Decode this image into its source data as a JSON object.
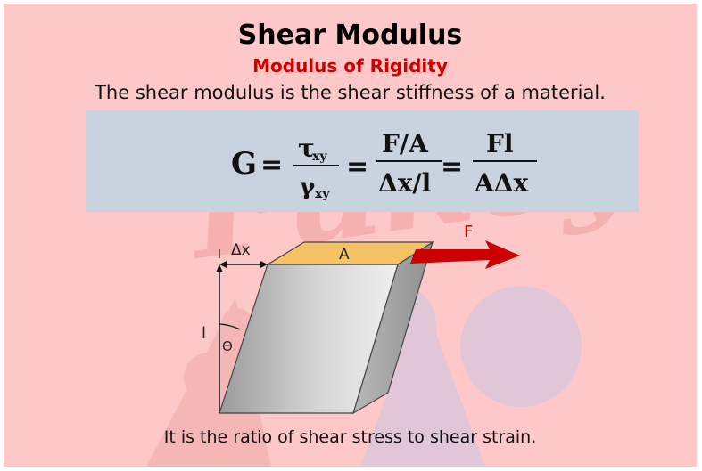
{
  "title": "Shear Modulus",
  "subtitle": "Modulus of Rigidity",
  "description": "The shear modulus is the shear stiffness of a material.",
  "formula": {
    "lhs": "G",
    "eq": "=",
    "f1_num": "τ",
    "f1_num_sub": "xy",
    "f1_den": "γ",
    "f1_den_sub": "xy",
    "f2_num": "F/A",
    "f2_den": "Δx/l",
    "f3_num": "Fl",
    "f3_den": "AΔx"
  },
  "diagram": {
    "delta_x_label": "Δx",
    "area_label": "A",
    "force_label": "F",
    "length_label": "l",
    "angle_label": "Θ"
  },
  "caption": "It is the ratio of shear stress to shear strain.",
  "watermark": "Fukey",
  "colors": {
    "background": "#ffc8c8",
    "subtitle": "#d00000",
    "formula_box": "#c9d3e0",
    "force_arrow": "#cc0000",
    "top_face": "#f5c266"
  }
}
